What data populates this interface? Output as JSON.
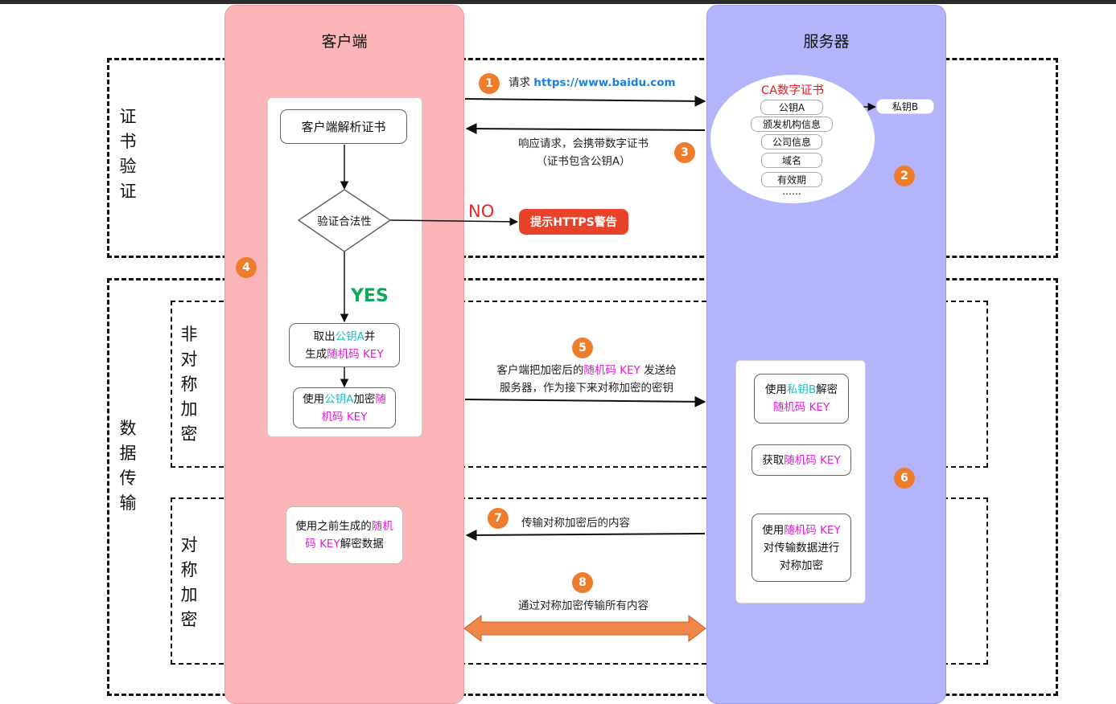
{
  "lanes": {
    "client": "客户端",
    "server": "服务器"
  },
  "sections": {
    "cert": [
      "证",
      "书",
      "验",
      "证"
    ],
    "data": [
      "数",
      "据",
      "传",
      "输"
    ],
    "asym": [
      "非",
      "对",
      "称",
      "加",
      "密"
    ],
    "sym": [
      "对",
      "称",
      "加",
      "密"
    ]
  },
  "steps": {
    "s1": "1",
    "s2": "2",
    "s3": "3",
    "s4": "4",
    "s5": "5",
    "s6": "6",
    "s7": "7",
    "s8": "8"
  },
  "messages": {
    "m1_prefix": "请求 ",
    "m1_url": "https://www.baidu.com",
    "m3_line1": "响应请求，会携带数字证书",
    "m3_line2": "（证书包含公钥A）",
    "m5_a": "客户端把加密后的",
    "m5_b": "随机码 KEY",
    "m5_c": " 发送给",
    "m5_line2": "服务器，作为接下来对称加密的密钥",
    "m7": "传输对称加密后的内容",
    "m8": "通过对称加密传输所有内容"
  },
  "client": {
    "parse": "客户端解析证书",
    "verify": "验证合法性",
    "no": "NO",
    "warn": "提示HTTPS警告",
    "yes": "YES",
    "take_a": "取出",
    "take_b": "公钥A",
    "take_c": "并",
    "gen_a": "生成",
    "gen_b": "随机码 KEY",
    "enc_a": "使用",
    "enc_b": "公钥A",
    "enc_c": "加密",
    "enc_d": "随",
    "enc_e": "机码 KEY",
    "dec_a": "使用之前生成的",
    "dec_b": "随机",
    "dec_c": "码 KEY",
    "dec_d": "解密数据"
  },
  "server": {
    "cert_title": "CA数字证书",
    "pubkey": "公钥A",
    "privkey": "私钥B",
    "issuer": "颁发机构信息",
    "company": "公司信息",
    "domain": "域名",
    "validity": "有效期",
    "ellipsis": "……",
    "dec_a": "使用",
    "dec_b": "私钥B",
    "dec_c": "解密",
    "dec_d": "随机码 KEY",
    "get_a": "获取",
    "get_b": "随机码 KEY",
    "use_a": "使用",
    "use_b": "随机码 KEY",
    "use_line2": "对传输数据进行",
    "use_line3": "对称加密"
  },
  "colors": {
    "client_lane": "#fbb5b8",
    "server_lane": "#b4b4fa",
    "badge": "#ee7d2b",
    "public_key": "#19c0bd",
    "random_key": "#e21ad6",
    "warning_box": "#e8432a",
    "no_text": "#e8251f",
    "yes_text": "#0fa85a",
    "cert_title": "#e31b23",
    "url": "#1f7fe0",
    "double_arrow": "#f0874a"
  }
}
